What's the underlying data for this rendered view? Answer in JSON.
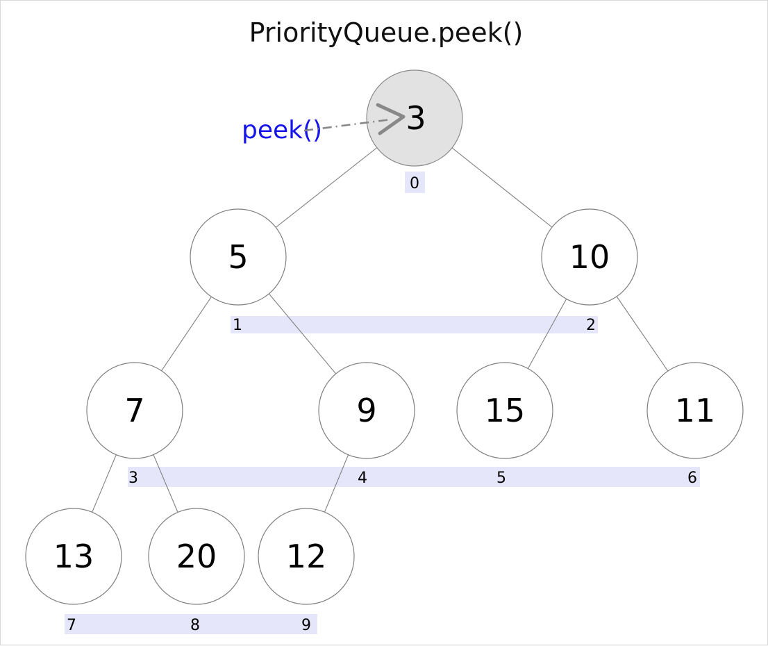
{
  "title": "PriorityQueue.peek()",
  "annotation": {
    "label": "peek()",
    "points_to_value": "3",
    "color": "#1414eb"
  },
  "heap": {
    "array": [
      "3",
      "5",
      "10",
      "7",
      "9",
      "15",
      "11",
      "13",
      "20",
      "12"
    ],
    "nodes": [
      {
        "value": "3",
        "index": "0",
        "highlighted": true
      },
      {
        "value": "5",
        "index": "1",
        "highlighted": false
      },
      {
        "value": "10",
        "index": "2",
        "highlighted": false
      },
      {
        "value": "7",
        "index": "3",
        "highlighted": false
      },
      {
        "value": "9",
        "index": "4",
        "highlighted": false
      },
      {
        "value": "15",
        "index": "5",
        "highlighted": false
      },
      {
        "value": "11",
        "index": "6",
        "highlighted": false
      },
      {
        "value": "13",
        "index": "7",
        "highlighted": false
      },
      {
        "value": "20",
        "index": "8",
        "highlighted": false
      },
      {
        "value": "12",
        "index": "9",
        "highlighted": false
      }
    ],
    "edges": [
      [
        0,
        1
      ],
      [
        0,
        2
      ],
      [
        1,
        3
      ],
      [
        1,
        4
      ],
      [
        2,
        5
      ],
      [
        2,
        6
      ],
      [
        3,
        7
      ],
      [
        3,
        8
      ],
      [
        4,
        9
      ]
    ]
  },
  "colors": {
    "highlight_fill": "#e2e2e2",
    "node_fill": "#ffffff",
    "node_stroke": "#7f7f7f",
    "edge_stroke": "#7f7f7f",
    "index_bar_bg": "#e6e6fa",
    "arrow_gray": "#888888",
    "text": "#000000"
  }
}
